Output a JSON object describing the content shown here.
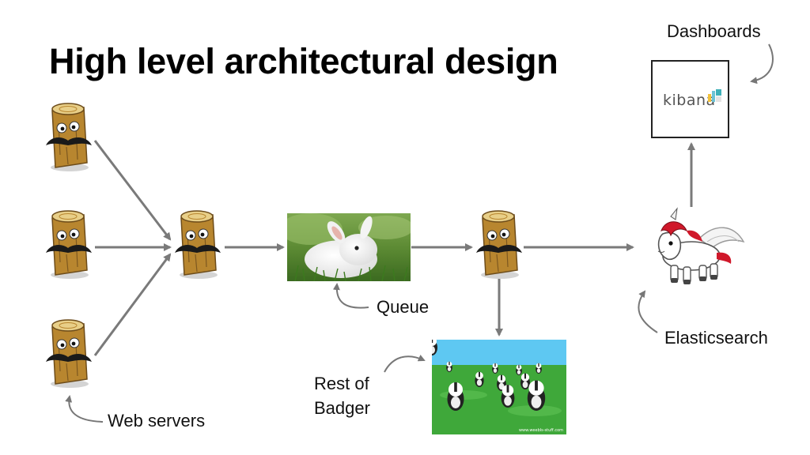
{
  "slide": {
    "title": "High level architectural design"
  },
  "labels": {
    "dashboards": "Dashboards",
    "queue": "Queue",
    "elasticsearch": "Elasticsearch",
    "web_servers": "Web servers",
    "rest_of_badger_line1": "Rest of",
    "rest_of_badger_line2": "Badger"
  },
  "logos": {
    "kibana_wordmark": "kibana",
    "badger_photo_credit": "www.weebls-stuff.com"
  },
  "icons": [
    "log-mascot-icon",
    "kibana-logo-icon",
    "rabbit-photo",
    "badger-photo",
    "pony-icon",
    "arrow-icon"
  ],
  "colors": {
    "arrow": "#7a7a7a",
    "log_wood": "#b8862f",
    "pony_mane": "#d0182a",
    "sky": "#5ec8f2",
    "grass": "#3fa83a"
  }
}
